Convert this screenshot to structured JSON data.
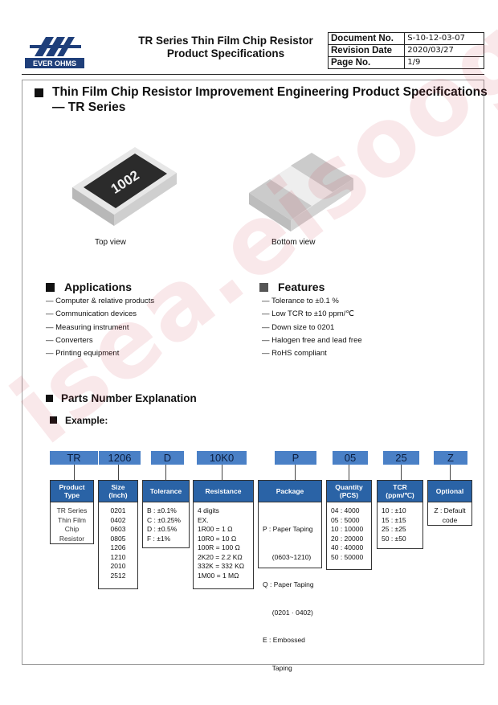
{
  "header": {
    "logo_text": "EVER OHMS",
    "title_line1": "TR Series Thin Film Chip Resistor",
    "title_line2": "Product Specifications",
    "doc_no_label": "Document No.",
    "doc_no_value": "S-10-12-03-07",
    "rev_label": "Revision Date",
    "rev_value": "2020/03/27",
    "page_label": "Page No.",
    "page_value": "1/9"
  },
  "main": {
    "title_line1": "Thin Film Chip Resistor Improvement Engineering Product Specifications",
    "title_line2": "— TR Series",
    "chip_marking": "1002",
    "top_view_caption": "Top view",
    "bottom_view_caption": "Bottom view"
  },
  "applications": {
    "title": "Applications",
    "items": [
      "— Computer & relative products",
      "— Communication devices",
      "— Measuring instrument",
      "— Converters",
      "— Printing equipment"
    ]
  },
  "features": {
    "title": "Features",
    "items": [
      "— Tolerance to  ±0.1 %",
      "— Low TCR to  ±10 ppm/℃",
      "— Down size to 0201",
      "— Halogen free and lead free",
      "— RoHS compliant"
    ]
  },
  "parts": {
    "title": "Parts Number Explanation",
    "example_label": "Example:",
    "codes": [
      "TR",
      "1206",
      "D",
      "10K0",
      "P",
      "05",
      "25",
      "Z"
    ],
    "columns": [
      {
        "head1": "Product",
        "head2": "Type",
        "lines": [
          "TR Series",
          "Thin Film",
          "Chip",
          "Resistor"
        ]
      },
      {
        "head1": "Size",
        "head2": "(Inch)",
        "lines": [
          "0201",
          "0402",
          "0603",
          "0805",
          "1206",
          "1210",
          "2010",
          "2512"
        ]
      },
      {
        "head1": "Tolerance",
        "head2": "",
        "lines": [
          "B : ±0.1%",
          "C : ±0.25%",
          "D : ±0.5%",
          "F : ±1%"
        ]
      },
      {
        "head1": "Resistance",
        "head2": "",
        "lines": [
          "4 digits",
          "EX.",
          "1R00 = 1  Ω",
          "10R0 = 10  Ω",
          "100R = 100  Ω",
          "2K20 = 2.2 KΩ",
          "332K = 332 KΩ",
          "1M00 = 1 MΩ"
        ]
      },
      {
        "head1": "Package",
        "head2": "",
        "lines": [
          "P : Paper Taping",
          "     (0603~1210)",
          "Q : Paper Taping",
          "     (0201 · 0402)",
          "E : Embossed",
          "     Taping"
        ]
      },
      {
        "head1": "Quantity",
        "head2": "(PCS)",
        "lines": [
          "04 : 4000",
          "05 : 5000",
          "10 : 10000",
          "20 : 20000",
          "40 : 40000",
          "50 : 50000"
        ]
      },
      {
        "head1": "TCR",
        "head2": "(ppm/℃)",
        "lines": [
          "10 : ±10",
          "15 : ±15",
          "25 : ±25",
          "50 : ±50"
        ]
      },
      {
        "head1": "Optional",
        "head2": "",
        "lines": [
          "Z : Default",
          "code"
        ]
      }
    ]
  },
  "watermark": "isea.eisoog.com",
  "colors": {
    "code_blue": "#4a80c6",
    "header_blue": "#2a63a6",
    "logo_blue": "#1f3f7a"
  }
}
